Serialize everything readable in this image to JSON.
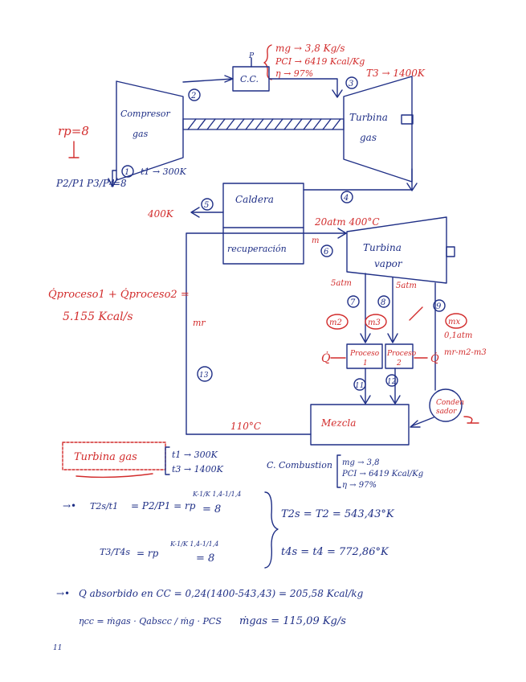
{
  "header": {
    "mg": "mg → 3,8 Kg/s",
    "pci": "PCI → 6419 Kcal/Kg",
    "eta": "η → 97%",
    "t3": "T3 → 1400K"
  },
  "diagram": {
    "cc": "C.C.",
    "p": "P",
    "compresor": [
      "Compresor",
      "gas"
    ],
    "turbina_gas": [
      "Turbina",
      "gas"
    ],
    "rp": "rp=8",
    "ratio_lhs": "P2/P1",
    "ratio_rhs": "P3/P4",
    "ratio_val": "=8",
    "t1": "t1 → 300K",
    "n1": "1",
    "n2": "2",
    "n3": "3",
    "n4": "4",
    "n5": "5",
    "n6": "6",
    "n7": "7",
    "n8": "8",
    "n9": "9",
    "n11": "11",
    "n12": "12",
    "n13": "13",
    "k400": "400K",
    "caldera": "Caldera",
    "recuperacion": "recuperación",
    "m_turbina": "m",
    "p_vapor": "20atm 400°C",
    "turbina_vapor": [
      "Turbina",
      "vapor"
    ],
    "q_proc": "Q̇proceso1 + Q̇proceso2 =",
    "q_proc_val": "5.155 Kcal/s",
    "mr": "mr",
    "satm1": "5atm",
    "satm2": "5atm",
    "m2": "m2",
    "m3": "m3",
    "mx": "mx",
    "p01": "0,1atm",
    "mbal": "mr-m2-m3",
    "proceso1": [
      "Proceso",
      "1"
    ],
    "proceso2": [
      "Proceso",
      "2"
    ],
    "q1": "Q̇",
    "q2": "Q̇",
    "condensador": [
      "Conden",
      "sador"
    ],
    "mezcla": "Mezcla",
    "t10": "110°C"
  },
  "notes": {
    "turbina_gas": "Turbina gas",
    "t1": "t1 → 300K",
    "t3": "t3 → 1400K",
    "cc_title": "C. Combustion",
    "cc_mg": "mg → 3,8",
    "cc_pci": "PCI → 6419 Kcal/Kg",
    "cc_eta": "η → 97%",
    "eq1_lhs": "T2s/t1",
    "eq1_mid": "= P2/P1 = rp",
    "eq1_exp": "K-1/K  1,4-1/1,4",
    "eq1_val": "= 8",
    "eq2_lhs": "T3/T4s",
    "eq2_mid": "= rp",
    "eq2_exp": "K-1/K  1,4-1/1,4",
    "eq2_val": "= 8",
    "r1": "T2s = T2 = 543,43°K",
    "r2": "t4s = t4 = 772,86°K",
    "q_abs": "Q absorbido en CC = 0,24(1400-543,43) = 205,58 Kcal/kg",
    "eta_cc": "ηcc = ṁgas · Qabscc / ṁg · PCS",
    "mgas": "ṁgas = 115,09 Kg/s",
    "page": "11"
  },
  "colors": {
    "blue": "#1f2f86",
    "red": "#d22c2c"
  }
}
